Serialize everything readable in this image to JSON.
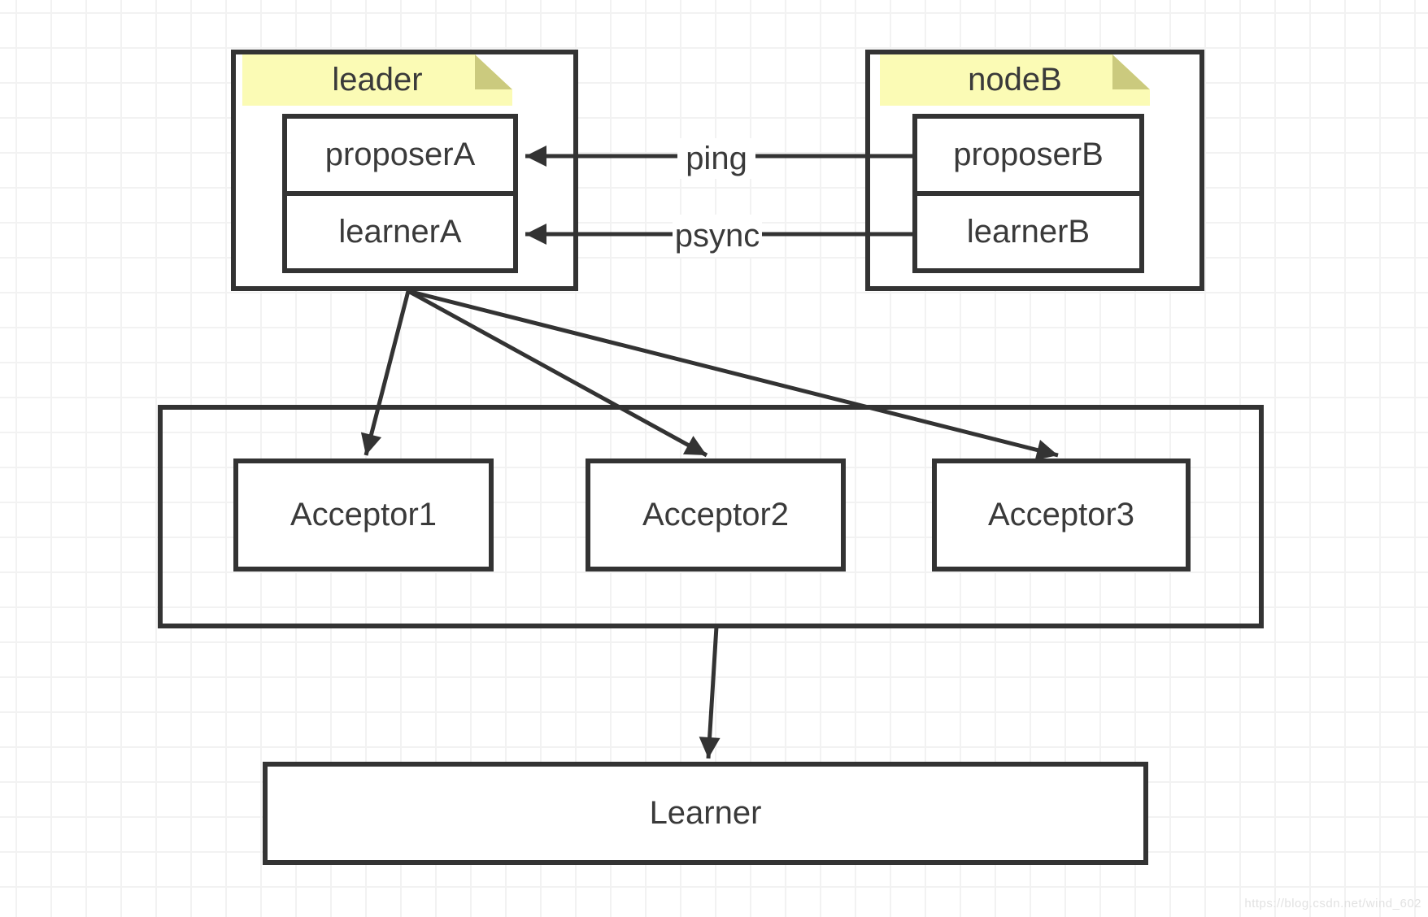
{
  "diagram": {
    "leader": {
      "title": "leader",
      "rows": [
        "proposerA",
        "learnerA"
      ]
    },
    "node_b": {
      "title": "nodeB",
      "rows": [
        "proposerB",
        "learnerB"
      ]
    },
    "edge_labels": {
      "ping": "ping",
      "psync": "psync"
    },
    "acceptor_group": {
      "acceptors": [
        "Acceptor1",
        "Acceptor2",
        "Acceptor3"
      ]
    },
    "learner_label": "Learner"
  },
  "watermark": "https://blog.csdn.net/wind_602",
  "colors": {
    "stroke": "#333333",
    "sticky_fill": "#fbfbb5",
    "sticky_fold": "#cbca7e",
    "grid_line": "#f2f2f2",
    "text": "#3a3a3a",
    "watermark_text": "#e2e2e2"
  }
}
